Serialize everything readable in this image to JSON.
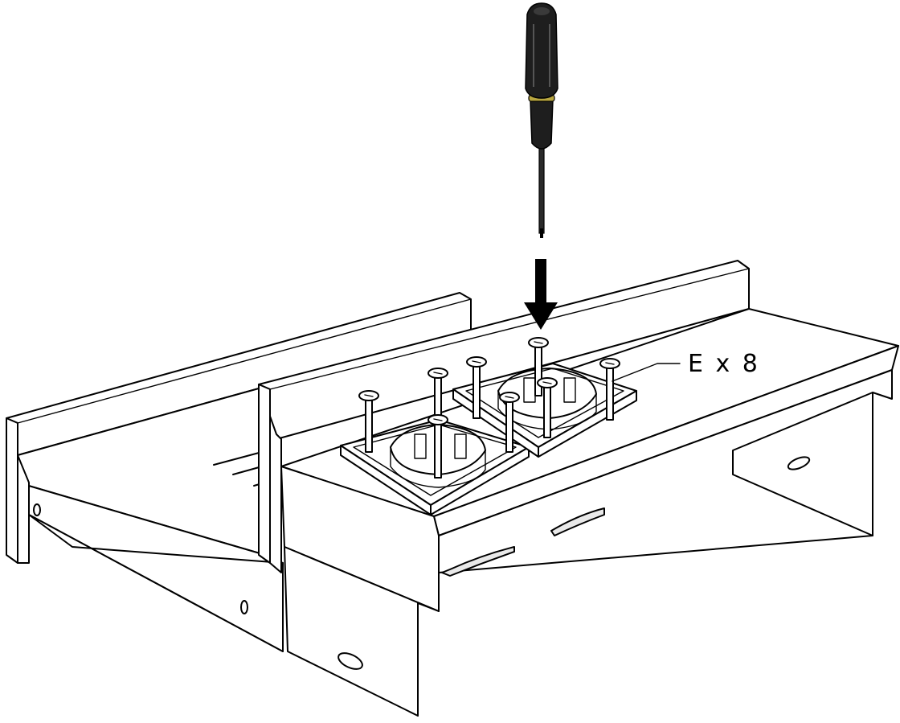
{
  "diagram": {
    "part_label": "E x 8",
    "part_letter": "E",
    "quantity": 8,
    "colors": {
      "line": "#000000",
      "background": "#ffffff",
      "screwdriver_handle": "#1e1e1e",
      "screwdriver_band": "#b8a640"
    },
    "icons": [
      "screwdriver-icon",
      "down-arrow-icon",
      "screw-icon"
    ]
  }
}
